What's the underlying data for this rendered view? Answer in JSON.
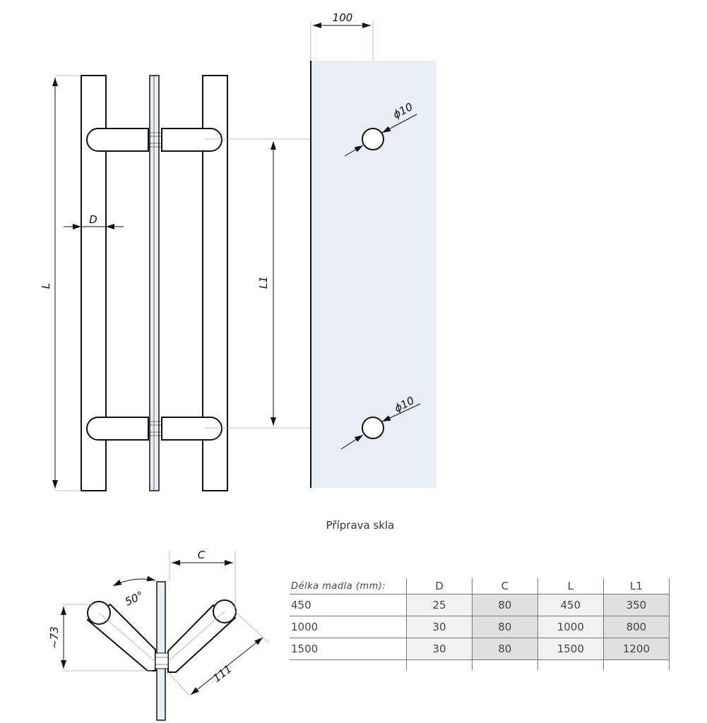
{
  "diagram": {
    "dim_L": "L",
    "dim_L1": "L1",
    "dim_D": "D",
    "dim_100": "100",
    "dim_phi_top": "ϕ10",
    "dim_phi_bottom": "ϕ10",
    "dim_C": "C",
    "dim_73": "~73",
    "dim_50": "50°",
    "dim_111": "111",
    "glass_color": "#e8eef6"
  },
  "caption": "Příprava skla",
  "table": {
    "headers": [
      "Délka madla (mm):",
      "D",
      "C",
      "L",
      "L1"
    ],
    "rows": [
      [
        "450",
        "25",
        "80",
        "450",
        "350"
      ],
      [
        "1000",
        "30",
        "80",
        "1000",
        "800"
      ],
      [
        "1500",
        "30",
        "80",
        "1500",
        "1200"
      ]
    ]
  }
}
